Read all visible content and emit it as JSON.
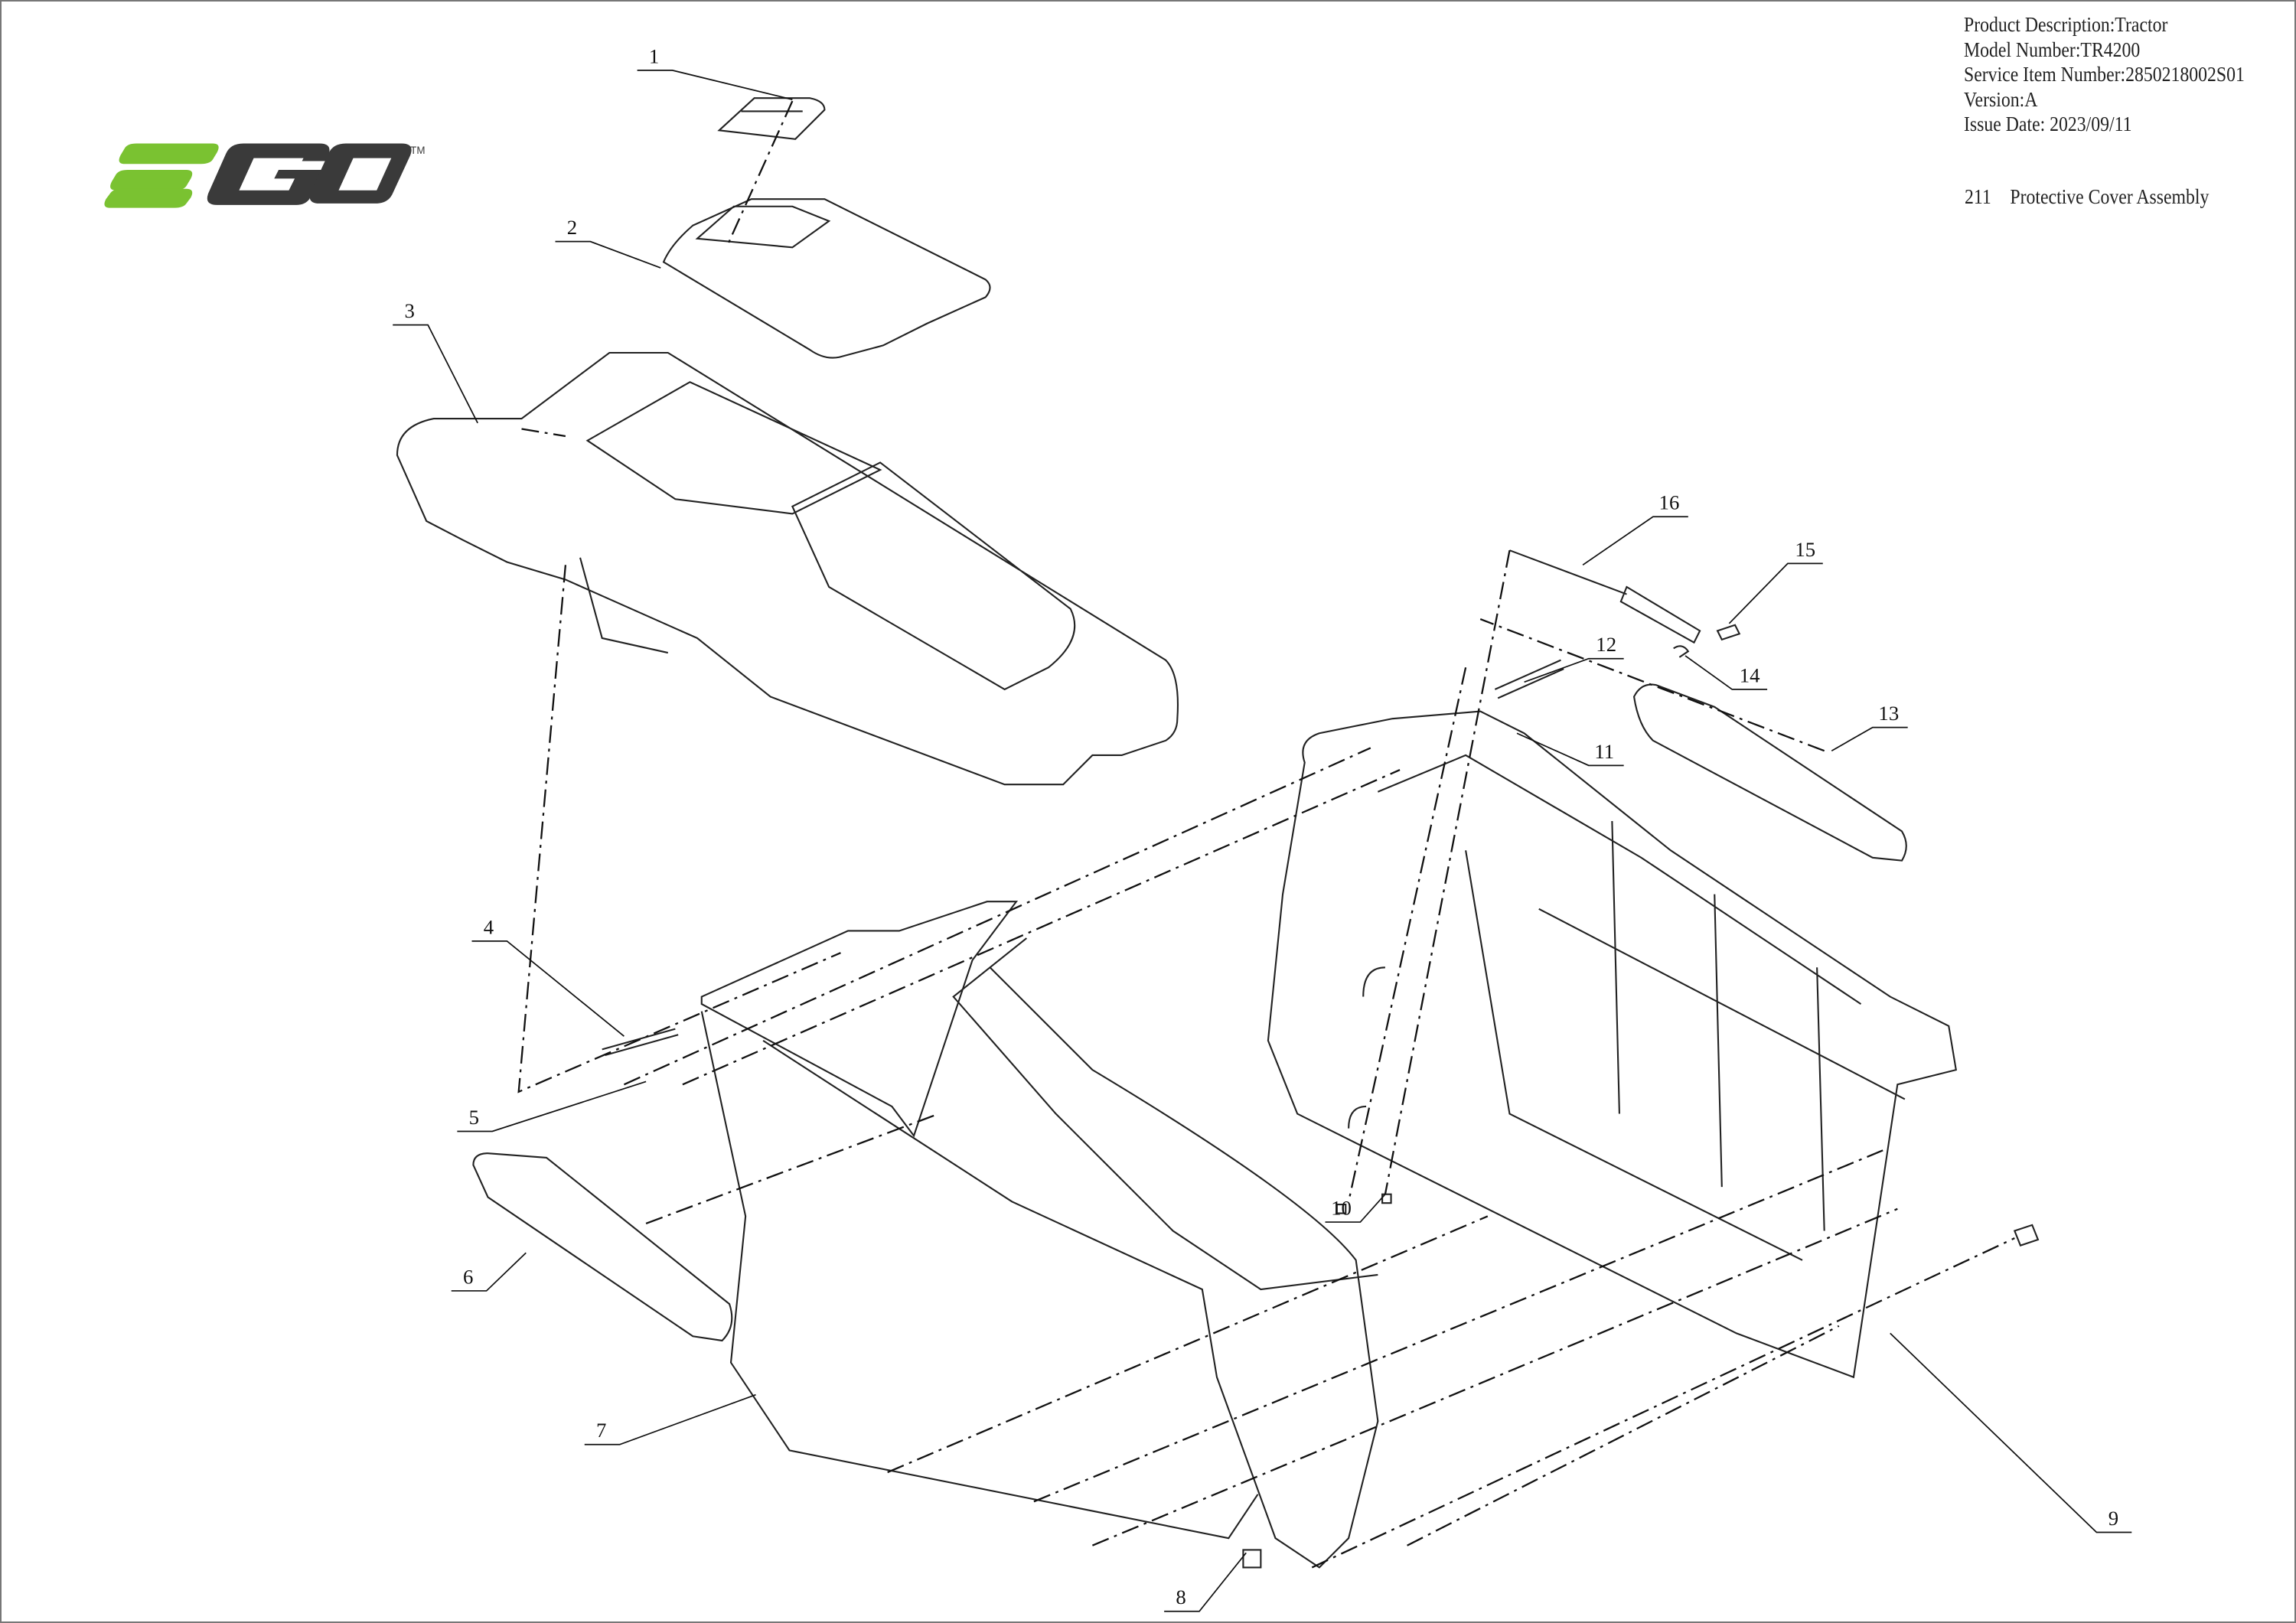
{
  "brand": {
    "logo_text": "EGO",
    "trademark": "TM",
    "green": "#7ac231",
    "dark": "#3a3a3a"
  },
  "info": {
    "product_description": "Product Description:Tractor",
    "model_number": "Model Number:TR4200",
    "service_item_number": "Service Item Number:2850218002S01",
    "version": "Version:A",
    "issue_date": "Issue Date: 2023/09/11"
  },
  "assembly": {
    "code": "211",
    "title": "Protective Cover Assembly"
  },
  "callouts": [
    "1",
    "2",
    "3",
    "4",
    "5",
    "6",
    "7",
    "8",
    "9",
    "10",
    "11",
    "12",
    "13",
    "14",
    "15",
    "16"
  ]
}
